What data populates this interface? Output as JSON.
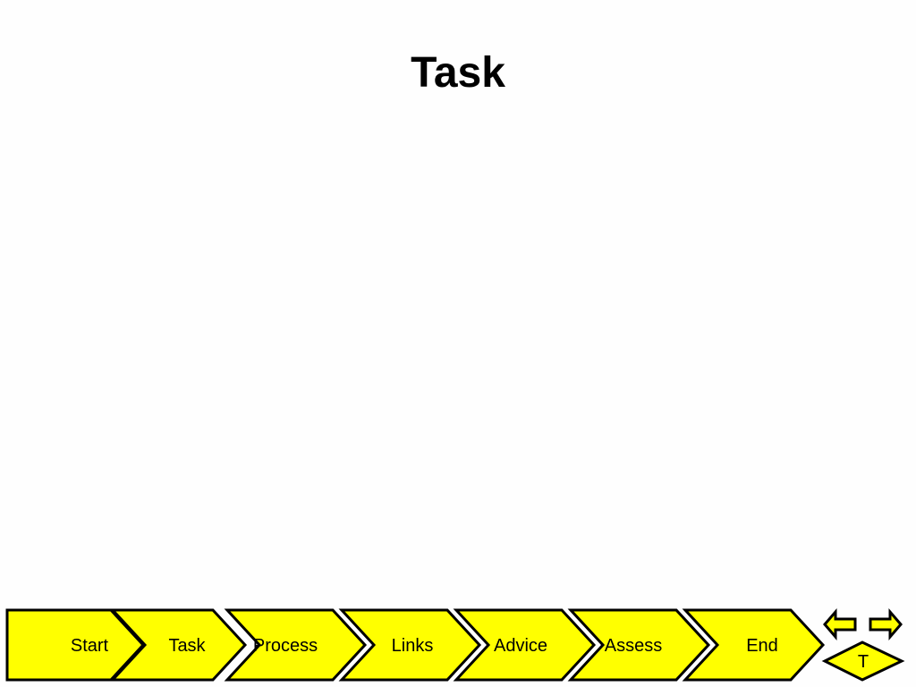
{
  "slide": {
    "title": "Task"
  },
  "nav": {
    "steps": [
      {
        "label": "Start"
      },
      {
        "label": "Task"
      },
      {
        "label": "Process"
      },
      {
        "label": "Links"
      },
      {
        "label": "Advice"
      },
      {
        "label": "Assess"
      },
      {
        "label": "End"
      }
    ],
    "back_icon": "left-arrow-icon",
    "forward_icon": "right-arrow-icon",
    "home_label": "T"
  },
  "colors": {
    "step_fill": "#ffff00",
    "step_stroke": "#000000",
    "background": "#fefefe"
  }
}
